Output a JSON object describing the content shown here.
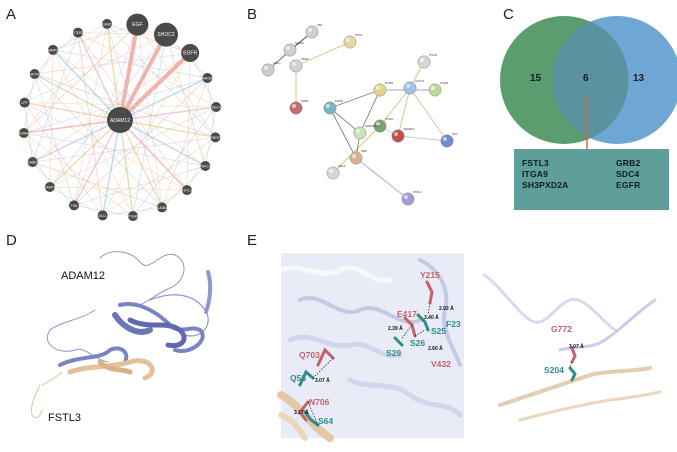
{
  "panels": {
    "a": {
      "letter": "A",
      "center_node": "ADAM12",
      "nodes": [
        "EGF",
        "SHOC2",
        "EGFR",
        "YARS2",
        "SDC4",
        "LRRFIP2",
        "PRKCA",
        "FSTL3",
        "AJUBA",
        "ITGA6",
        "DLL1",
        "TSN",
        "ADAMTS8",
        "GRB2",
        "ADAM8",
        "LPP",
        "SH3PXD2A",
        "MMP1",
        "FCER2",
        "ADAM10"
      ]
    },
    "b": {
      "letter": "B",
      "labels": [
        "CBL",
        "PTK2",
        "SH3GL",
        "CBLB",
        "CBLC",
        "GRB2",
        "EGFR",
        "ITGA9",
        "ITGB3",
        "ACTN1",
        "ITGA5",
        "ITGAV",
        "SH3PXD2A",
        "ADAM12",
        "SRC",
        "SDC4",
        "FSTL3",
        "PKC"
      ]
    },
    "c": {
      "letter": "C",
      "left_only": "15",
      "overlap": "6",
      "right_only": "13",
      "genes_left": [
        "FSTL3",
        "ITGA9",
        "SH3PXD2A"
      ],
      "genes_right": [
        "GRB2",
        "SDC4",
        "EGFR"
      ],
      "colors": {
        "left": "#5a9e6f",
        "right": "#6ea6d4",
        "box": "#5e9f9c",
        "connector": "#e0603a"
      }
    },
    "d": {
      "letter": "D",
      "protein_top": "ADAM12",
      "protein_bottom": "FSTL3"
    },
    "e": {
      "letter": "E",
      "residues": {
        "q703": "Q703",
        "q53": "Q53",
        "n706": "N706",
        "s64": "S64",
        "y215": "Y215",
        "e417": "E417",
        "f23": "F23",
        "s25": "S25",
        "s29": "S29",
        "s26": "S26",
        "v432": "V432",
        "g772": "G772",
        "s204": "S204"
      },
      "distances": {
        "d1": "2.92 Å",
        "d2": "3.40 Å",
        "d3": "2.39 Å",
        "d4": "2.60 Å",
        "d5": "3.07 Å",
        "d6": "3.17 Å",
        "d7": "3.07 Å"
      }
    }
  }
}
